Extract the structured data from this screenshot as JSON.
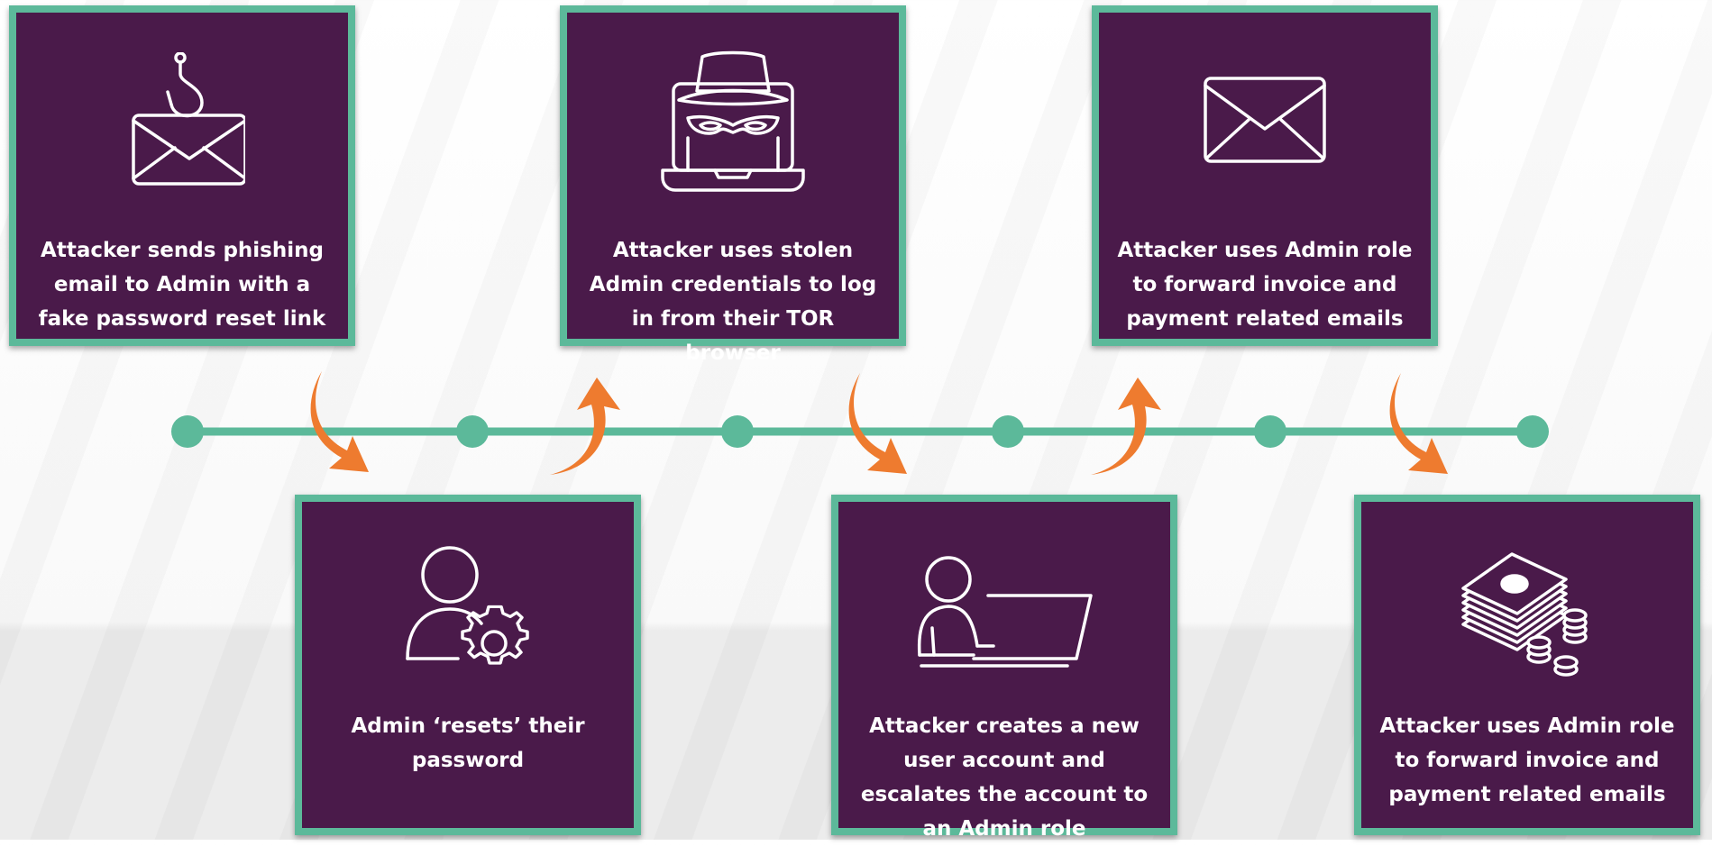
{
  "colors": {
    "card_fill": "#4a1a4a",
    "card_border": "#5cb99a",
    "timeline": "#5cb99a",
    "arrow": "#ee7b2f",
    "text": "#ffffff"
  },
  "steps": [
    {
      "text": "Attacker sends phishing email to Admin with a fake password reset link",
      "icon": "phishing-email-icon"
    },
    {
      "text": "Admin ‘resets’ their password",
      "icon": "user-gear-icon"
    },
    {
      "text": "Attacker uses stolen Admin credentials to log in from their TOR browser",
      "icon": "hacker-laptop-icon"
    },
    {
      "text": "Attacker creates a new user account and escalates the account to an Admin role",
      "icon": "user-laptop-icon"
    },
    {
      "text": "Attacker uses Admin role to forward invoice and payment related emails",
      "icon": "envelope-icon"
    },
    {
      "text": "Attacker uses Admin role to forward invoice and payment related emails",
      "icon": "money-stack-icon"
    }
  ]
}
